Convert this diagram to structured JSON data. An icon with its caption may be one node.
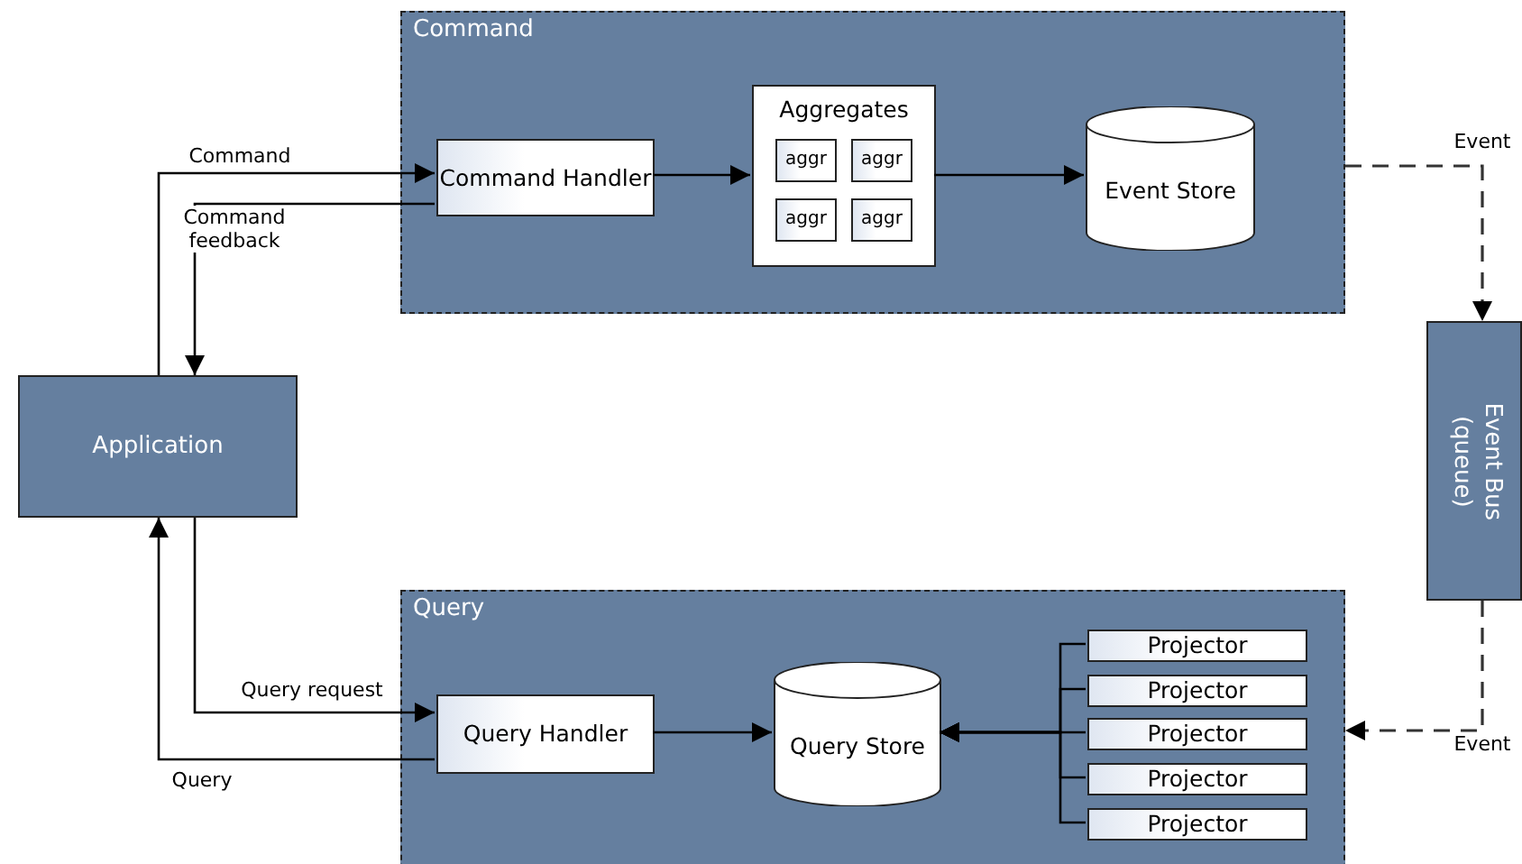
{
  "diagram": {
    "nodes": [
      {
        "text": [
          "Command"
        ]
      },
      {
        "text": [
          "Command Handler"
        ],
        "in": 0
      },
      {
        "text": [
          "Aggregates"
        ],
        "in": 0
      },
      {
        "text": [
          "aggr"
        ],
        "in": 2
      },
      {
        "text": [
          "aggr"
        ],
        "in": 2
      },
      {
        "text": [
          "aggr"
        ],
        "in": 2
      },
      {
        "text": [
          "aggr"
        ],
        "in": 2
      },
      {
        "text": [
          "Event Store"
        ],
        "in": 0
      },
      {
        "text": [
          "Application"
        ]
      },
      {
        "text": [
          "Event Bus (queue)"
        ]
      },
      {
        "text": [
          "Query"
        ]
      },
      {
        "text": [
          "Query Handler"
        ],
        "in": 10
      },
      {
        "text": [
          "Query Store"
        ],
        "in": 10
      },
      {
        "text": [
          "Projector"
        ],
        "in": 10
      },
      {
        "text": [
          "Projector"
        ],
        "in": 10
      },
      {
        "text": [
          "Projector"
        ],
        "in": 10
      },
      {
        "text": [
          "Projector"
        ],
        "in": 10
      },
      {
        "text": [
          "Projector"
        ],
        "in": 10
      }
    ],
    "edges": [
      {
        "from": 8,
        "to": 1,
        "arrow": "to",
        "label": "Command"
      },
      {
        "from": 1,
        "to": 8,
        "arrow": "to",
        "label": "Command feedback"
      },
      {
        "from": 1,
        "to": 2,
        "arrow": "to"
      },
      {
        "from": 2,
        "to": 7,
        "arrow": "to"
      },
      {
        "from": 0,
        "to": 9,
        "arrow": "to",
        "label": "Event",
        "style": "dashed"
      },
      {
        "from": 9,
        "to": 10,
        "arrow": "to",
        "label": "Event",
        "style": "dashed"
      },
      {
        "from": 11,
        "to": 12,
        "arrow": "to"
      },
      {
        "from": 13,
        "to": 12,
        "arrow": "to"
      },
      {
        "from": 14,
        "to": 12,
        "arrow": "to"
      },
      {
        "from": 15,
        "to": 12,
        "arrow": "to"
      },
      {
        "from": 16,
        "to": 12,
        "arrow": "to"
      },
      {
        "from": 17,
        "to": 12,
        "arrow": "to"
      },
      {
        "from": 8,
        "to": 11,
        "arrow": "to",
        "label": "Query request"
      },
      {
        "from": 11,
        "to": 8,
        "arrow": "to",
        "label": "Query"
      }
    ]
  }
}
